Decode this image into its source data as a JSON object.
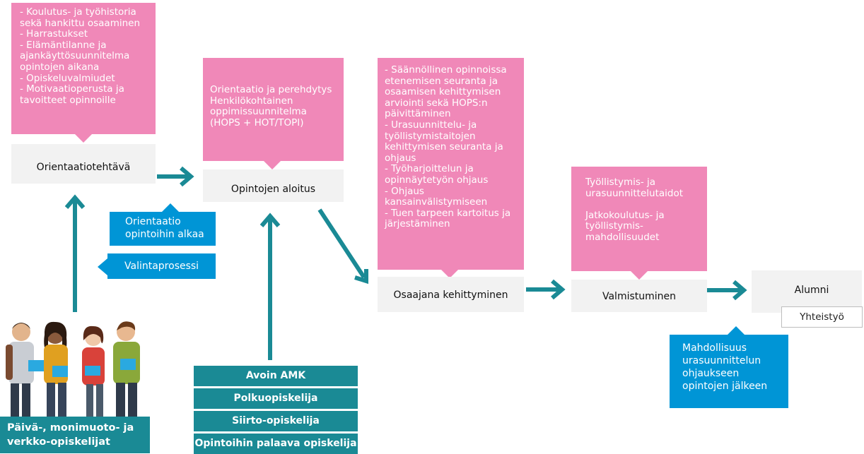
{
  "colors": {
    "pink": "#f088b8",
    "stage_bg": "#f2f2f2",
    "blue": "#0095d6",
    "teal": "#1a8a95",
    "arrow": "#1a8a95"
  },
  "boxes": {
    "b1": "- Koulutus- ja työhistoria\nsekä hankittu osaaminen\n- Harrastukset\n- Elämäntilanne ja\najankäyttösuunnitelma\nopintojen aikana\n- Opiskeluvalmiudet\n- Motivaatioperusta ja\ntavoitteet opinnoille",
    "b2": "Orientaatio ja perehdytys\nHenkilökohtainen\noppimissuunnitelma\n(HOPS + HOT/TOPI)",
    "b3": "- Säännöllinen opinnoissa\netenemisen seuranta ja\nosaamisen kehittymisen\narviointi sekä HOPS:n\npäivittäminen\n- Urasuunnittelu- ja\ntyöllistymistaitojen\nkehittymisen seuranta ja\nohjaus\n- Työharjoittelun ja\nopinnäytetyön ohjaus\n- Ohjaus\nkansainvälistymiseen\n- Tuen tarpeen kartoitus ja\njärjestäminen",
    "b4": "Työllistymis- ja\nurasuunnittelutaidot\n\nJatkokoulutus- ja\ntyöllistymis-\nmahdollisuudet"
  },
  "stages": {
    "s1": "Orientaatiotehtävä",
    "s2": "Opintojen aloitus",
    "s3": "Osaajana kehittyminen",
    "s4": "Valmistuminen",
    "s5": "Alumni"
  },
  "blue_boxes": {
    "orientaatio": "Orientaatio\nopintoihin alkaa",
    "valinta": "Valintaprosessi",
    "mahdollisuus": "Mahdollisuus\nurasuunnittelun\nohjaukseen\nopintojen jälkeen"
  },
  "yhteistyo": "Yhteistyö",
  "students_label": "Päivä-, monimuoto- ja\nverkko-opiskelijat",
  "entry_types": [
    "Avoin AMK",
    "Polkuopiskelija",
    "Siirto-opiskelija",
    "Opintoihin palaava opiskelija"
  ],
  "icons": {
    "students": "students-illustration",
    "arrows": "arrow-icon"
  }
}
